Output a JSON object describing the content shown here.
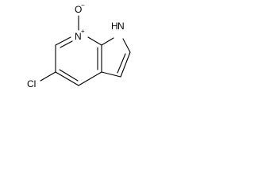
{
  "molecule": {
    "atoms": {
      "oxide_oxygen": "O",
      "oxide_charge": "−",
      "ring_nitrogen": "N",
      "ring_charge": "+",
      "pyrrole_h": "H",
      "pyrrole_n": "N",
      "chlorine": "Cl"
    },
    "colors": {
      "bond": "#000000",
      "label": "#000000",
      "background": "#ffffff"
    }
  }
}
